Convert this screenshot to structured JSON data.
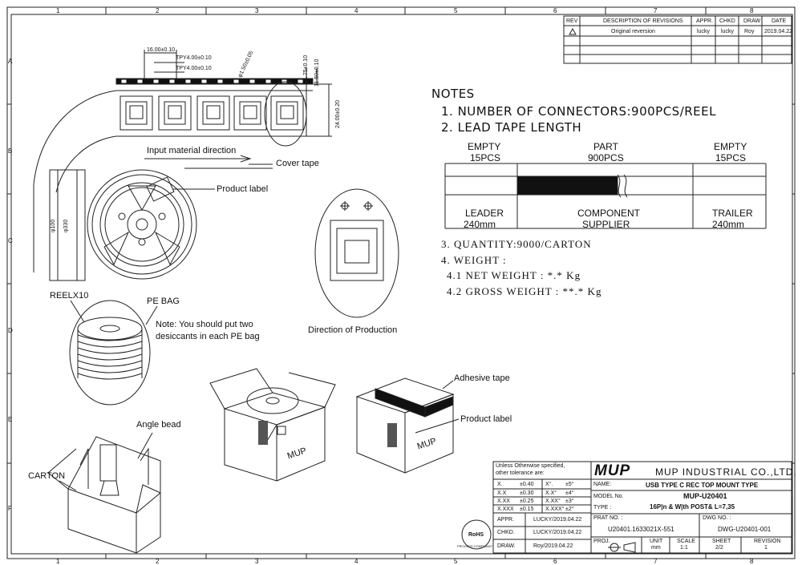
{
  "zones": {
    "columns": [
      "1",
      "2",
      "3",
      "4",
      "5",
      "6",
      "7",
      "8"
    ],
    "rows": [
      "A",
      "B",
      "C",
      "D",
      "E",
      "F"
    ]
  },
  "revision_table": {
    "headers": [
      "REV",
      "DESCRIPTION OF REVISIONS",
      "APPR.",
      "CHKD",
      "DRAW",
      "DATE"
    ],
    "rows": [
      {
        "rev_symbol": "warning-triangle",
        "description": "Original reversion",
        "appr": "lucky",
        "chkd": "lucky",
        "draw": "Roy",
        "date": "2019.04.22"
      }
    ]
  },
  "notes": {
    "title": "NOTES",
    "item1": "1. NUMBER OF CONNECTORS:900PCS/REEL",
    "item2": "2. LEAD TAPE LENGTH",
    "tape": {
      "empty_left": "EMPTY",
      "empty_left_pcs": "15PCS",
      "part": "PART",
      "part_pcs": "900PCS",
      "empty_right": "EMPTY",
      "empty_right_pcs": "15PCS",
      "leader": "LEADER",
      "leader_len": "240mm",
      "component": "COMPONENT",
      "supplier": "SUPPLIER",
      "trailer": "TRAILER",
      "trailer_len": "240mm"
    },
    "item3": "3. QUANTITY:9000/CARTON",
    "item4": "4. WEIGHT :",
    "item41": "4.1 NET WEIGHT : *.* Kg",
    "item42": "4.2 GROSS WEIGHT : **.* Kg"
  },
  "tape_dims": {
    "pitch": "16.00±0.10",
    "tpy1": "TPY4.00±0.10",
    "tpy2": "TPY4.00±0.10",
    "hole": "φ1.50±0.05",
    "edge": "1.75±0.10",
    "edge2": "11.50±0.10",
    "width": "24.00±0.20"
  },
  "reel_dims": {
    "inner": "φ100",
    "outer": "φ330"
  },
  "labels": {
    "input_direction": "Input material direction",
    "cover_tape": "Cover tape",
    "product_label": "Product label",
    "direction_production": "Direction of Production",
    "reel_x10": "REELX10",
    "pe_bag": "PE BAG",
    "desiccant_note_1": "Note: You should put two",
    "desiccant_note_2": "desiccants in each PE bag",
    "angle_bead": "Angle bead",
    "carton": "CARTON",
    "adhesive_tape": "Adhesive tape",
    "product_label_2": "Product label",
    "box_mark": "MUP"
  },
  "title_block": {
    "tolerance_title_1": "Unless Otherwise specified,",
    "tolerance_title_2": "other tolerance are:",
    "tolerances": [
      {
        "dim": "X.",
        "lin": "±0.40",
        "ang_dim": "X°.",
        "ang": "±5°"
      },
      {
        "dim": "X.X",
        "lin": "±0.30",
        "ang_dim": "X.X°",
        "ang": "±4°"
      },
      {
        "dim": "X.XX",
        "lin": "±0.25",
        "ang_dim": "X.XX°",
        "ang": "±3°"
      },
      {
        "dim": "X.XXX",
        "lin": "±0.15",
        "ang_dim": "X.XXX°",
        "ang": "±2°"
      }
    ],
    "appr_label": "APPR.",
    "appr_value": "LUCKY/2019.04.22",
    "chkd_label": "CHKD.",
    "chkd_value": "LUCKY/2019.04.22",
    "draw_label": "DRAW.",
    "draw_value": "Roy/2019.04.22",
    "rohs": "RoHS",
    "rohs_sub": "PROCESS COMPLIANT",
    "company_logo": "MUP",
    "company_name": "MUP INDUSTRIAL CO.,LTD.",
    "name_label": "NAME:",
    "name_value": "USB TYPE C REC TOP MOUNT TYPE",
    "model_label": "MODEL No.",
    "model_value": "MUP-U20401",
    "type_label": "TYPE :",
    "type_value": "16P|n & W|th POST& L=7,35",
    "part_no_label": "PRAT NO. :",
    "part_no_value": "U20401.1633021X-551",
    "dwg_no_label": "DWG NO. :",
    "dwg_no_value": "DWG-U20401-001",
    "proj_label": "PROJ.",
    "unit_label": "UNIT",
    "unit_value": "mm",
    "scale_label": "SCALE",
    "scale_value": "1:1",
    "sheet_label": "SHEET",
    "sheet_value": "2/2",
    "revision_label": "REVISION",
    "revision_value": "1"
  }
}
